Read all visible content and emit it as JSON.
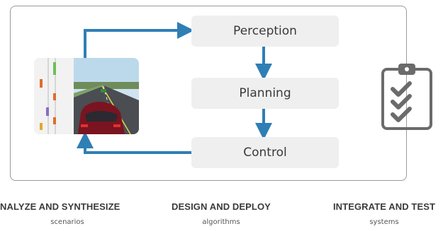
{
  "flow": {
    "perception_label": "Perception",
    "planning_label": "Planning",
    "control_label": "Control",
    "arrow_color": "#2f7fb5",
    "box_color": "#efefef"
  },
  "illustrations": {
    "simulation_thumbnail": "driving-simulation-image",
    "checklist_icon": "clipboard-checklist-icon"
  },
  "captions": [
    {
      "title": "NALYZE AND SYNTHESIZE",
      "subtitle": "scenarios"
    },
    {
      "title": "DESIGN AND DEPLOY",
      "subtitle": "algorithms"
    },
    {
      "title": "INTEGRATE AND TEST",
      "subtitle": "systems"
    }
  ]
}
